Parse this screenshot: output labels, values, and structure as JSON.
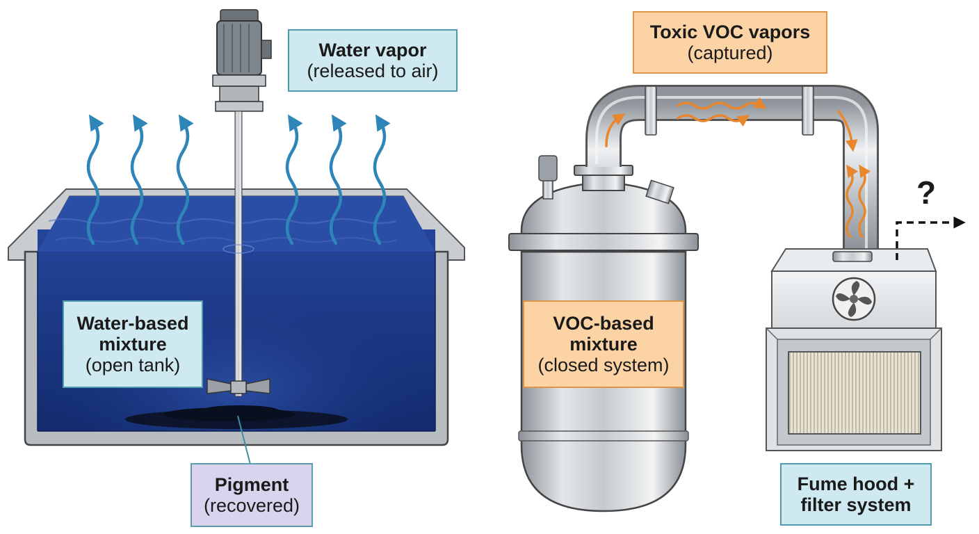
{
  "labels": {
    "water_vapor": {
      "title": "Water vapor",
      "sub": "(released to air)"
    },
    "water_mixture": {
      "title_line1": "Water-based",
      "title_line2": "mixture",
      "sub": "(open tank)"
    },
    "pigment": {
      "title": "Pigment",
      "sub": "(recovered)"
    },
    "toxic_voc": {
      "title": "Toxic VOC vapors",
      "sub": "(captured)"
    },
    "voc_mixture": {
      "title_line1": "VOC-based",
      "title_line2": "mixture",
      "sub": "(closed system)"
    },
    "fume_hood": {
      "line1": "Fume hood +",
      "line2": "filter system"
    },
    "unknown_exhaust": "?"
  },
  "colors": {
    "water": "#1f3a8a",
    "vapor_arrow": "#2e86b8",
    "voc_arrow": "#e8862e",
    "steel": "#b9bec4",
    "label_blue": "#cfe9f0",
    "label_orange": "#fcd3a4",
    "label_purple": "#dad3ee"
  },
  "icons": [
    "vapor-arrow-icon",
    "motor-icon",
    "fan-icon",
    "filter-icon",
    "exhaust-arrow-icon"
  ]
}
